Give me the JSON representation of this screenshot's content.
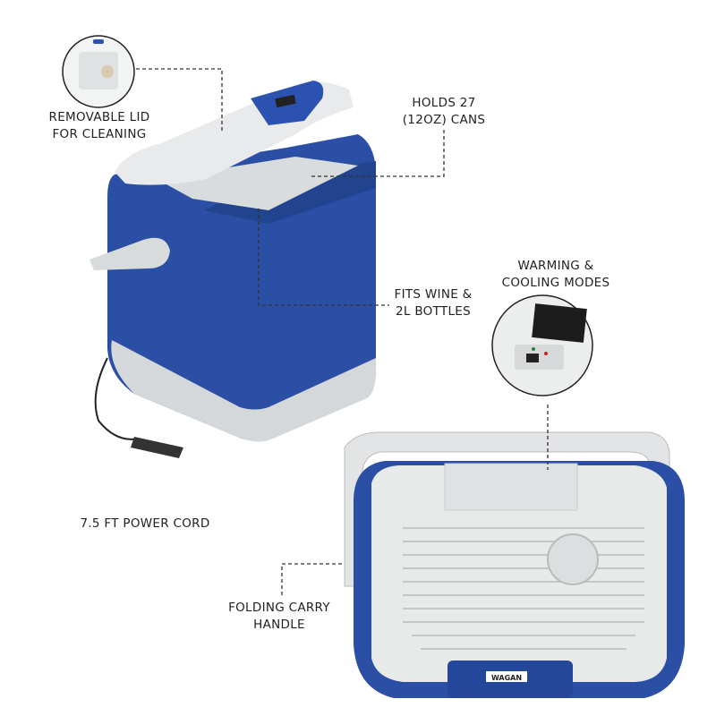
{
  "callouts": {
    "removable_lid": [
      "REMOVABLE LID",
      "FOR CLEANING"
    ],
    "holds_cans": [
      "HOLDS 27",
      "(12OZ) CANS"
    ],
    "fits_wine": [
      "FITS WINE &",
      "2L BOTTLES"
    ],
    "warming_cooling": [
      "WARMING &",
      "COOLING MODES"
    ],
    "power_cord": [
      "7.5 FT POWER CORD"
    ],
    "carry_handle": [
      "FOLDING CARRY",
      "HANDLE"
    ]
  },
  "brand_logo": "WAGAN",
  "colors": {
    "body_blue": "#2a4fa3",
    "lid_gray": "#e3e5e6",
    "text": "#222222"
  }
}
